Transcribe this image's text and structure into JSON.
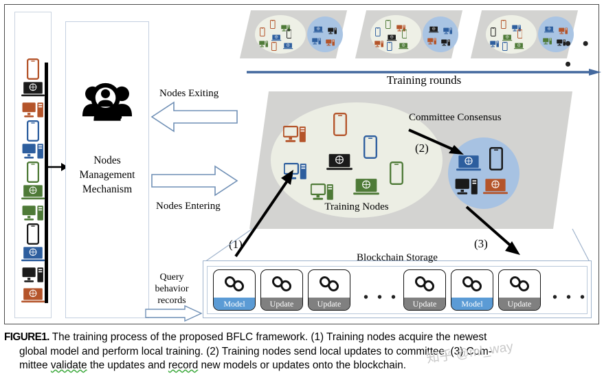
{
  "figure": {
    "caption_tag": "FIGURE1.",
    "caption_line1": " The training process of the proposed BFLC framework. (1) Training nodes acquire the newest",
    "caption_line2_a": "global model and perform local training. (2) Training nodes send local updates to committee. (3) Com-",
    "caption_line3_a": "mittee ",
    "caption_line3_spell1": "validate",
    "caption_line3_b": " the updates and ",
    "caption_line3_spell2": "record",
    "caption_line3_c": " new models or updates onto the blockchain."
  },
  "watermark": {
    "text": "知乎 @ml_way"
  },
  "left_panel": {
    "devices": [
      {
        "type": "phone",
        "color": "#b4542a"
      },
      {
        "type": "laptop",
        "color": "#1a1a1a"
      },
      {
        "type": "desktop",
        "color": "#b4542a"
      },
      {
        "type": "phone",
        "color": "#2d5e9e"
      },
      {
        "type": "desktop",
        "color": "#2d5e9e"
      },
      {
        "type": "phone",
        "color": "#4e7a37"
      },
      {
        "type": "laptop",
        "color": "#4e7a37"
      },
      {
        "type": "desktop",
        "color": "#4e7a37"
      },
      {
        "type": "phone",
        "color": "#1a1a1a"
      },
      {
        "type": "laptop",
        "color": "#2d5e9e"
      },
      {
        "type": "desktop",
        "color": "#1a1a1a"
      },
      {
        "type": "laptop",
        "color": "#b4542a"
      }
    ]
  },
  "nodes_management": {
    "icon": "users-search-icon",
    "label": "Nodes\nManagement\nMechanism"
  },
  "flow_labels": {
    "nodes_exiting": "Nodes Exiting",
    "nodes_entering": "Nodes Entering",
    "query_behavior_records": "Query\nbehavior\nrecords"
  },
  "training_rounds": {
    "axis_label": "Training rounds",
    "ellipsis": "• • •",
    "groups": [
      {
        "id": "round-1"
      },
      {
        "id": "round-2"
      },
      {
        "id": "round-3"
      }
    ]
  },
  "main_stage": {
    "training_nodes_label": "Training Nodes",
    "committee_label": "Committee Consensus",
    "step_1": "(1)",
    "step_2": "(2)",
    "step_3": "(3)",
    "training_nodes": [
      {
        "type": "desktop",
        "color": "#b4542a"
      },
      {
        "type": "phone",
        "color": "#b4542a"
      },
      {
        "type": "phone",
        "color": "#2d5e9e"
      },
      {
        "type": "laptop",
        "color": "#1a1a1a"
      },
      {
        "type": "desktop",
        "color": "#2d5e9e"
      },
      {
        "type": "phone",
        "color": "#4e7a37"
      },
      {
        "type": "desktop",
        "color": "#4e7a37"
      },
      {
        "type": "laptop",
        "color": "#4e7a37"
      }
    ],
    "committee_nodes": [
      {
        "type": "laptop",
        "color": "#2d5e9e"
      },
      {
        "type": "phone",
        "color": "#1a1a1a"
      },
      {
        "type": "desktop",
        "color": "#1a1a1a"
      },
      {
        "type": "laptop",
        "color": "#b4542a"
      }
    ]
  },
  "blockchain": {
    "title": "Blockchain Storage",
    "blocks": [
      {
        "label": "Model",
        "kind": "model"
      },
      {
        "label": "Update",
        "kind": "update"
      },
      {
        "label": "Update",
        "kind": "update"
      },
      {
        "label": "Update",
        "kind": "update"
      },
      {
        "label": "Model",
        "kind": "model"
      },
      {
        "label": "Update",
        "kind": "update"
      }
    ],
    "gap_ellipsis": "• • •",
    "tail_ellipsis": "• • •"
  },
  "colors": {
    "orange": "#b4542a",
    "blue": "#2d5e9e",
    "green": "#4e7a37",
    "black": "#1a1a1a",
    "model_badge": "#5b9bd5",
    "update_badge": "#808080",
    "stage_grey": "#d3d3d1",
    "train_ellipse": "#eceee4",
    "committee_blue": "#a7c2e2",
    "arrow_blue": "#4a72a8"
  }
}
